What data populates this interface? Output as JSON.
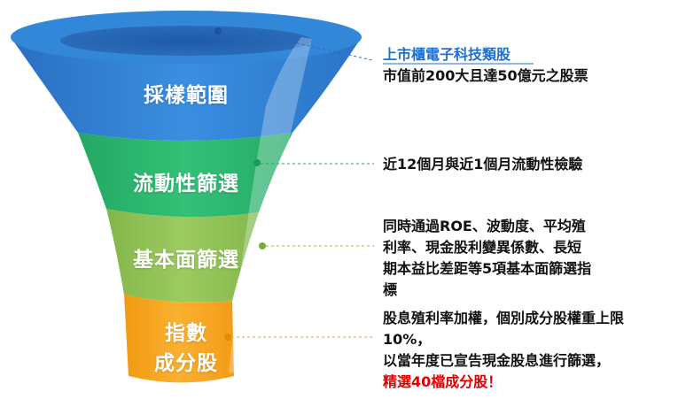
{
  "stages": [
    {
      "label": "採樣範圍",
      "color": "#2f7fcf"
    },
    {
      "label": "流動性篩選",
      "color": "#27b26b"
    },
    {
      "label": "基本面篩選",
      "color": "#8dbf55"
    },
    {
      "label_lines": [
        "指數",
        "成分股"
      ],
      "color": "#f6a21e"
    }
  ],
  "descriptions": {
    "stage1": {
      "title": "上市櫃電子科技類股",
      "lines": [
        "市值前200大且達50億元之股票"
      ]
    },
    "stage2": {
      "lines": [
        "近12個月與近1個月流動性檢驗"
      ]
    },
    "stage3": {
      "lines": [
        "同時通過ROE、波動度、平均殖",
        "利率、現金股利變異係數、長短",
        "期本益比差距等5項基本面篩選指",
        "標"
      ]
    },
    "stage4": {
      "lines": [
        "股息殖利率加權，個別成分股權重上限",
        "10%，",
        "以當年度已宣告現金股息進行篩選，"
      ],
      "highlight": "精選40檔成分股！"
    }
  }
}
